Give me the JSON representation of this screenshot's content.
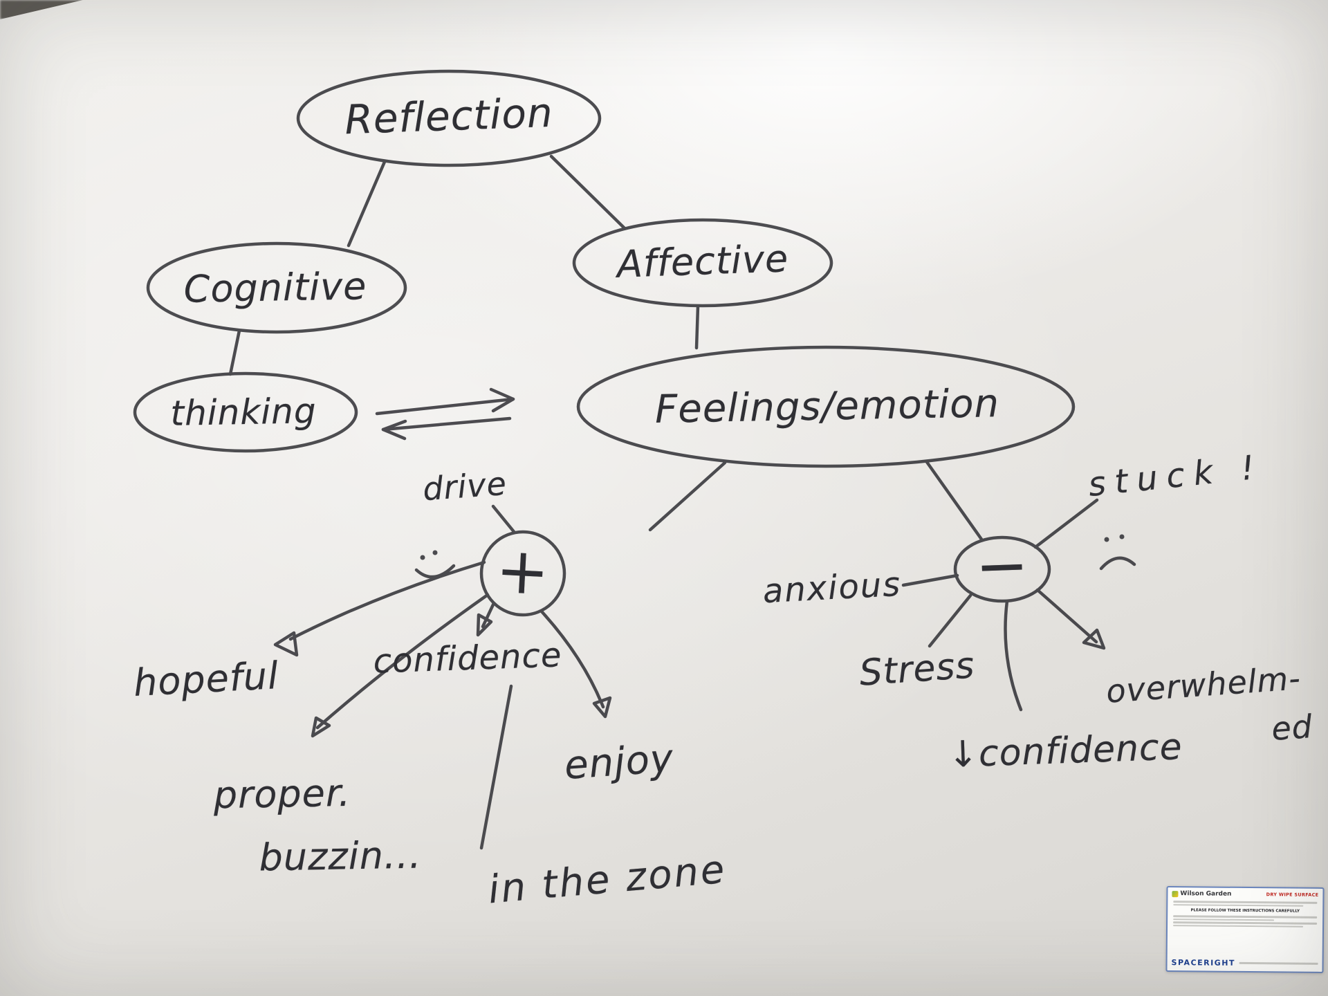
{
  "board": {
    "nodes": {
      "reflection": "Reflection",
      "cognitive": "Cognitive",
      "affective": "Affective",
      "thinking": "thinking",
      "feelings": "Feelings/emotion",
      "plus": "+",
      "minus": "−"
    },
    "positive": {
      "drive": "drive",
      "hopeful": "hopeful",
      "confidence": "confidence",
      "proper": "proper.",
      "buzzin": "buzzin...",
      "enjoy": "enjoy",
      "in_the_zone": "in the zone"
    },
    "negative": {
      "stuck": "stuck !",
      "anxious": "anxious",
      "stress": "Stress",
      "low_confidence": "↓confidence",
      "overwhelm": "overwhelm-",
      "overwhelm2": "ed"
    }
  },
  "icons": {
    "positive_face": "smiley-face",
    "negative_face": "sad-face"
  },
  "sticker": {
    "brand": "Wilson Garden",
    "headline": "DRY WIPE SURFACE",
    "warning": "PLEASE FOLLOW THESE INSTRUCTIONS CAREFULLY",
    "footer": "SPACERIGHT"
  },
  "colors": {
    "ink": "#35353a",
    "board_light": "#f2f1ee",
    "board_dark": "#d8d6d2",
    "sticker_accent": "#1d3f8f",
    "sticker_red": "#c0251f"
  }
}
